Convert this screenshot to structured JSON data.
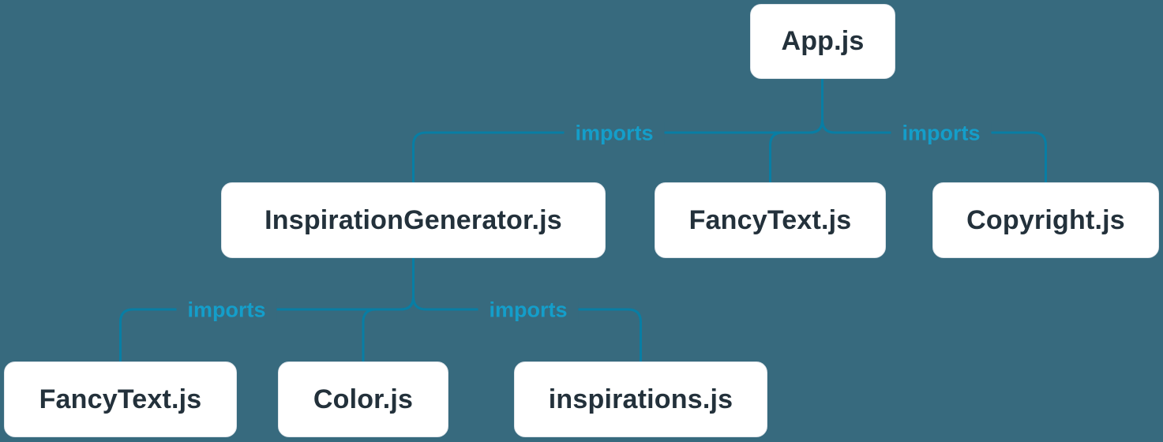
{
  "diagram": {
    "title": "module-import-tree",
    "colors": {
      "background": "#376a7e",
      "line_color": "#087ea4",
      "imports_color": "#149eca",
      "box_fill": "#ffffff",
      "box_border": "#dfe5ea",
      "box_text": "#23313b"
    },
    "nodes": [
      {
        "id": "app",
        "label": "App.js"
      },
      {
        "id": "inspiration-generator",
        "label": "InspirationGenerator.js"
      },
      {
        "id": "fancytext-top",
        "label": "FancyText.js"
      },
      {
        "id": "copyright",
        "label": "Copyright.js"
      },
      {
        "id": "fancytext-bottom",
        "label": "FancyText.js"
      },
      {
        "id": "color",
        "label": "Color.js"
      },
      {
        "id": "inspirations",
        "label": "inspirations.js"
      }
    ],
    "edges": [
      {
        "from": "App.js",
        "to": "InspirationGenerator.js",
        "label": "imports"
      },
      {
        "from": "App.js",
        "to": "FancyText.js",
        "label": ""
      },
      {
        "from": "App.js",
        "to": "Copyright.js",
        "label": "imports"
      },
      {
        "from": "InspirationGenerator.js",
        "to": "FancyText.js",
        "label": "imports"
      },
      {
        "from": "InspirationGenerator.js",
        "to": "Color.js",
        "label": ""
      },
      {
        "from": "InspirationGenerator.js",
        "to": "inspirations.js",
        "label": "imports"
      }
    ]
  }
}
